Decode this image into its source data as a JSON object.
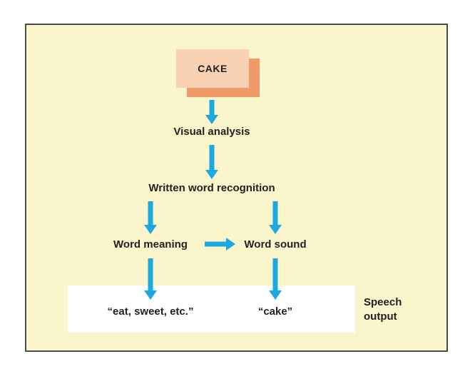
{
  "diagram": {
    "card": {
      "label": "CAKE"
    },
    "nodes": {
      "visual_analysis": "Visual analysis",
      "written_word_recognition": "Written word recognition",
      "word_meaning": "Word meaning",
      "word_sound": "Word sound"
    },
    "outputs": {
      "meaning": "“eat, sweet, etc.”",
      "sound": "“cake”",
      "label": "Speech output"
    },
    "colors": {
      "background": "#fbf5cc",
      "panel_border": "#4a4b4d",
      "arrow": "#1ca9e1",
      "card_front": "#f9d2b4",
      "card_shadow": "#ef9a68",
      "output_band": "#ffffff",
      "text": "#221f1f"
    }
  }
}
